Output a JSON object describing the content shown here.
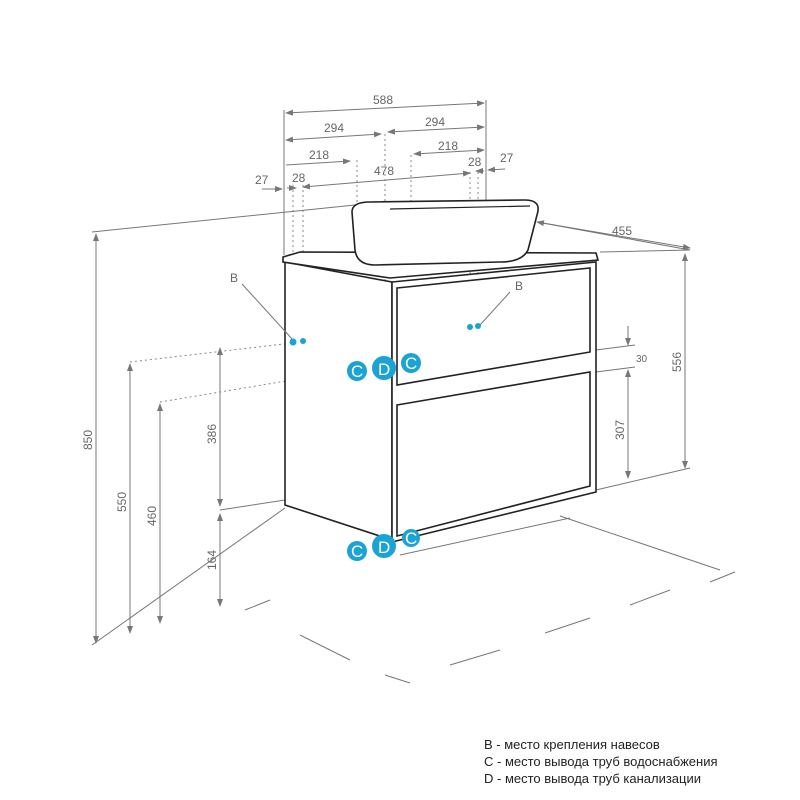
{
  "dimensions": {
    "top_588": "588",
    "top_294_left": "294",
    "top_294_right": "294",
    "top_218_left": "218",
    "top_218_right": "218",
    "top_478": "478",
    "top_27_left": "27",
    "top_27_right": "27",
    "top_28_left": "28",
    "top_28_right": "28",
    "depth_455": "455",
    "height_850": "850",
    "height_550": "550",
    "height_460": "460",
    "height_386": "386",
    "height_164": "164",
    "height_556": "556",
    "height_307": "307",
    "gap_30": "30"
  },
  "markers": {
    "b_left": "B",
    "b_right": "B",
    "c": "C",
    "d": "D"
  },
  "legend": [
    "B - место крепления навесов",
    "C - место вывода труб водоснабжения",
    "D - место вывода труб канализации"
  ],
  "colors": {
    "accent": "#1aa3d4",
    "line": "#777777"
  }
}
